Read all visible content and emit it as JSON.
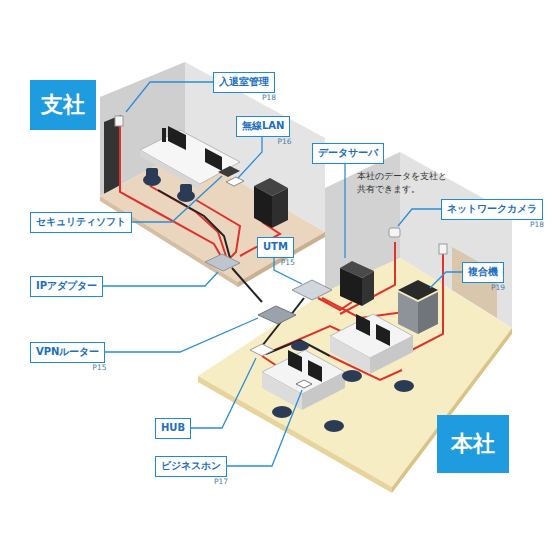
{
  "diagram": {
    "nodes": [
      {
        "text": [
          "支社"
        ]
      },
      {
        "text": [
          "入退室管理",
          "P18"
        ]
      },
      {
        "text": [
          "無線LAN",
          "P16"
        ]
      },
      {
        "text": [
          "データサーバ",
          "本社のデータを支社と 共有できます。"
        ]
      },
      {
        "text": [
          "ネットワークカメラ",
          "P18"
        ]
      },
      {
        "text": [
          "セキュリティソフト"
        ]
      },
      {
        "text": [
          "UTM",
          "P15"
        ]
      },
      {
        "text": [
          "複合機",
          "P19"
        ]
      },
      {
        "text": [
          "IPアダプター"
        ]
      },
      {
        "text": [
          "VPNルーター",
          "P15"
        ]
      },
      {
        "text": [
          "HUB"
        ]
      },
      {
        "text": [
          "ビジネスホン",
          "P17"
        ]
      },
      {
        "text": [
          "本社"
        ]
      }
    ]
  }
}
